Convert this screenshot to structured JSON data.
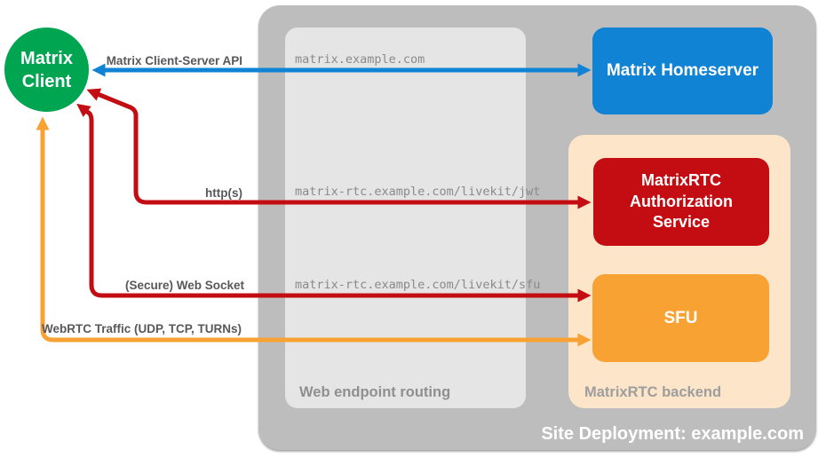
{
  "colors": {
    "green": "#00A551",
    "blue": "#1183D5",
    "red": "#C40D12",
    "orange": "#F7A233",
    "peach": "#FCE5C9",
    "outer_gray": "#BDBDBD",
    "inner_gray": "#E5E5E5",
    "label_gray": "#58585A",
    "url_gray": "#8A8A8A",
    "routing_label_gray": "#8F8F8F",
    "backend_label_gray": "#9E9E9E"
  },
  "client": {
    "label": "Matrix Client"
  },
  "homeserver": {
    "label": "Matrix Homeserver"
  },
  "auth_service": {
    "label": "MatrixRTC Authorization Service"
  },
  "sfu": {
    "label": "SFU"
  },
  "containers": {
    "site_deployment": {
      "label": "Site Deployment: example.com"
    },
    "web_endpoint_routing": {
      "label": "Web endpoint routing"
    },
    "matrixrtc_backend": {
      "label": "MatrixRTC backend"
    }
  },
  "routes": {
    "client_server_api": {
      "label": "Matrix Client-Server API",
      "endpoint": "matrix.example.com"
    },
    "https": {
      "label": "http(s)",
      "endpoint": "matrix-rtc.example.com/livekit/jwt"
    },
    "websocket": {
      "label": "(Secure) Web Socket",
      "endpoint": "matrix-rtc.example.com/livekit/sfu"
    },
    "webrtc": {
      "label": "WebRTC Traffic (UDP, TCP, TURNs)"
    }
  }
}
